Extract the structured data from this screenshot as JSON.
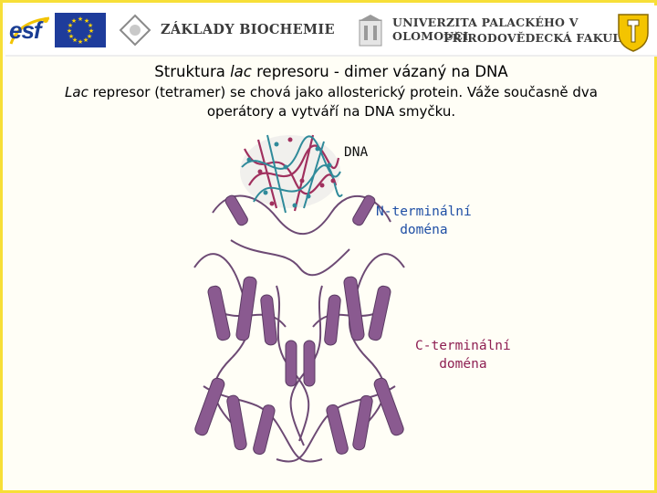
{
  "header": {
    "esf_logo_text": "esf",
    "course_title": "ZÁKLADY BIOCHEMIE",
    "university_line1": "UNIVERZITA PALACKÉHO V OLOMOUCI",
    "university_line2": "PŘÍRODOVĚDECKÁ FAKULTA",
    "icons": [
      "esf-logo",
      "eu-flag-logo",
      "course-unit-logo",
      "upol-logo",
      "university-crest"
    ]
  },
  "slide": {
    "title_prefix": "Struktura ",
    "title_italic": "lac",
    "title_suffix": " represoru - dimer vázaný na DNA",
    "subtitle_italic": "Lac",
    "subtitle_rest": " represor (tetramer) se chová jako allosterický protein. Váže současně dva operátory a vytváří na DNA smyčku."
  },
  "figure": {
    "label_dna": "DNA",
    "label_n_line1": "N-terminální",
    "label_n_line2": "doména",
    "label_c_line1": "C-terminální",
    "label_c_line2": "doména"
  },
  "colors": {
    "frame": "#f7df37",
    "helix": "#8a5a90",
    "coil": "#6d4a74",
    "dna_red": "#a0305e",
    "dna_teal": "#2f8a9a",
    "n_label": "#1f4fa5",
    "c_label": "#8e1f52"
  }
}
